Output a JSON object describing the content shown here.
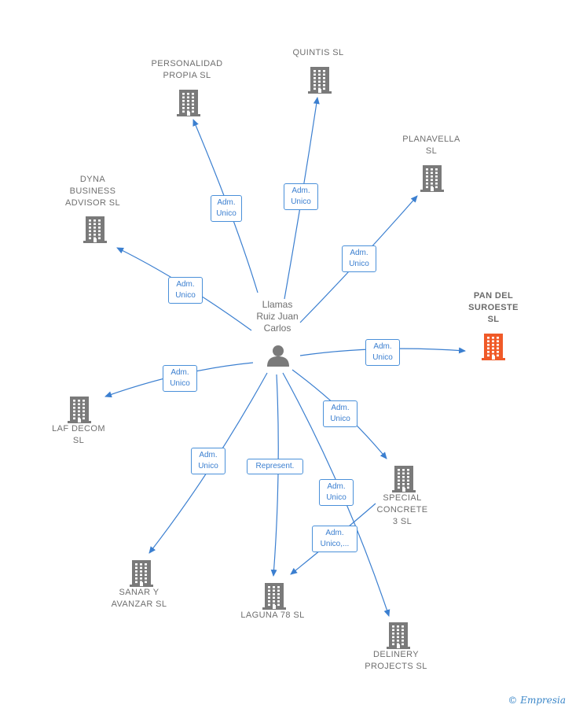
{
  "center": {
    "id": "person",
    "label": "Llamas\nRuiz Juan\nCarlos"
  },
  "colors": {
    "building": "#7a7a7a",
    "highlight": "#f05a28",
    "edge": "#3b7fd0"
  },
  "nodes": [
    {
      "id": "personalidad",
      "label": "PERSONALIDAD\nPROPIA  SL",
      "highlight": false
    },
    {
      "id": "quintis",
      "label": "QUINTIS  SL",
      "highlight": false
    },
    {
      "id": "planavella",
      "label": "PLANAVELLA\nSL",
      "highlight": false
    },
    {
      "id": "dyna",
      "label": "DYNA\nBUSINESS\nADVISOR  SL",
      "highlight": false
    },
    {
      "id": "pan",
      "label": "PAN DEL\nSUROESTE\nSL",
      "highlight": true
    },
    {
      "id": "laf",
      "label": "LAF DECOM\nSL",
      "highlight": false
    },
    {
      "id": "special",
      "label": "SPECIAL\nCONCRETE\n3  SL",
      "highlight": false
    },
    {
      "id": "sanar",
      "label": "SANAR Y\nAVANZAR  SL",
      "highlight": false
    },
    {
      "id": "laguna",
      "label": "LAGUNA 78  SL",
      "highlight": false
    },
    {
      "id": "delinery",
      "label": "DELINERY\nPROJECTS  SL",
      "highlight": false
    }
  ],
  "edges": [
    {
      "from": "person",
      "to": "personalidad",
      "label": "Adm.\nUnico"
    },
    {
      "from": "person",
      "to": "quintis",
      "label": "Adm.\nUnico"
    },
    {
      "from": "person",
      "to": "planavella",
      "label": "Adm.\nUnico"
    },
    {
      "from": "person",
      "to": "dyna",
      "label": "Adm.\nUnico"
    },
    {
      "from": "person",
      "to": "pan",
      "label": "Adm.\nUnico"
    },
    {
      "from": "person",
      "to": "laf",
      "label": "Adm.\nUnico"
    },
    {
      "from": "person",
      "to": "special",
      "label": "Adm.\nUnico"
    },
    {
      "from": "person",
      "to": "sanar",
      "label": "Adm.\nUnico"
    },
    {
      "from": "person",
      "to": "laguna",
      "label": "Represent."
    },
    {
      "from": "person",
      "to": "delinery",
      "label": "Adm.\nUnico"
    },
    {
      "from": "special",
      "to": "laguna",
      "label": "Adm.\nUnico,..."
    }
  ],
  "watermark": "Empresia"
}
